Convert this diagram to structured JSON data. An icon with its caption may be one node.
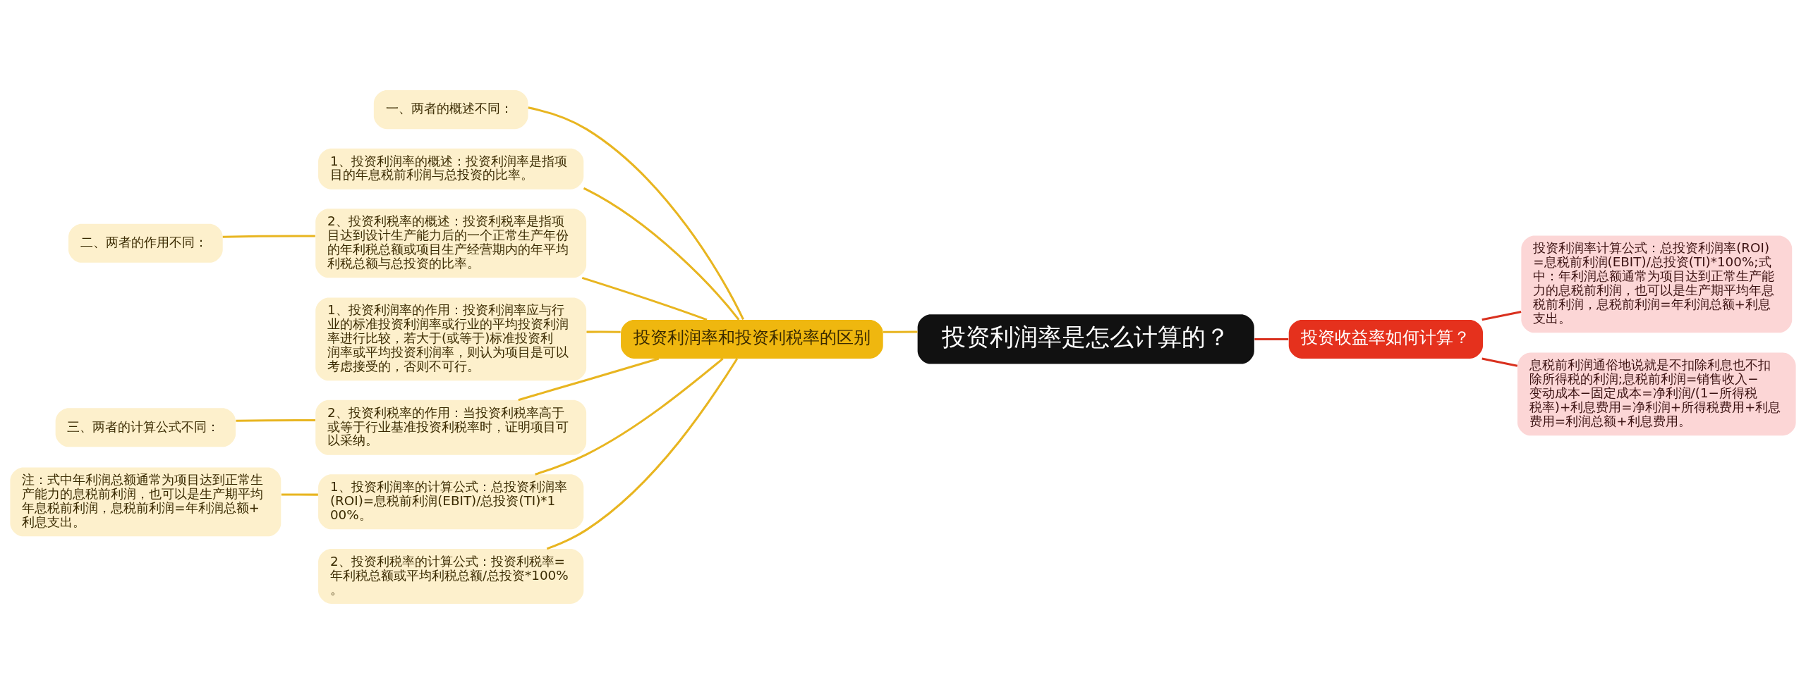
{
  "diagram": {
    "nodes": [
      {
        "text": [
          "投资利润率是怎么计算的？"
        ]
      },
      {
        "text": [
          "投资利润率和投资利税率的区别"
        ]
      },
      {
        "text": [
          "投资收益率如何计算？"
        ]
      },
      {
        "text": [
          "一、两者的概述不同："
        ]
      },
      {
        "text": [
          "1、投资利润率的概述：投资利润率是指项目的年息税前利润与总投资的比率。"
        ]
      },
      {
        "text": [
          "二、两者的作用不同："
        ]
      },
      {
        "text": [
          "2、投资利税率的概述：投资利税率是指项目达到设计生产能力后的一个正常生产年份的年利税总额或项目生产经营期内的年平均利税总额与总投资的比率。"
        ]
      },
      {
        "text": [
          "1、投资利润率的作用：投资利润率应与行业的标准投资利润率或行业的平均投资利润率进行比较，若大于(或等于)标准投资利润率或平均投资利润率，则认为项目是可以考虑接受的，否则不可行。"
        ]
      },
      {
        "text": [
          "三、两者的计算公式不同："
        ]
      },
      {
        "text": [
          "2、投资利税率的作用：当投资利税率高于或等于行业基准投资利税率时，证明项目可以采纳。"
        ]
      },
      {
        "text": [
          "注：式中年利润总额通常为项目达到正常生产能力的息税前利润，也可以是生产期平均年息税前利润，息税前利润=年利润总额+利息支出。"
        ]
      },
      {
        "text": [
          "1、投资利润率的计算公式：总投资利润率(ROI)=息税前利润(EBIT)/总投资(TI)*100%。"
        ]
      },
      {
        "text": [
          "2、投资利税率的计算公式：投资利税率=年利税总额或平均利税总额/总投资*100%。"
        ]
      },
      {
        "text": [
          "投资利润率计算公式：总投资利润率(ROI)=息税前利润(EBIT)/总投资(TI)*100%;式中：年利润总额通常为项目达到正常生产能力的息税前利润，也可以是生产期平均年息税前利润，息税前利润=年利润总额+利息支出。"
        ]
      },
      {
        "text": [
          "息税前利润通俗地说就是不扣除利息也不扣除所得税的利润;息税前利润=销售收入−变动成本−固定成本=净利润/(1−所得税税率)+利息费用=净利润+所得税费用+利息费用=利润总额+利息费用。"
        ]
      }
    ],
    "edges": [
      {
        "from": 0,
        "to": 1,
        "arrow": "none"
      },
      {
        "from": 0,
        "to": 2,
        "arrow": "none",
        "color": "#d9301e"
      },
      {
        "from": 1,
        "to": 3,
        "arrow": "none"
      },
      {
        "from": 1,
        "to": 4,
        "arrow": "none"
      },
      {
        "from": 1,
        "to": 6,
        "arrow": "none"
      },
      {
        "from": 1,
        "to": 7,
        "arrow": "none"
      },
      {
        "from": 1,
        "to": 9,
        "arrow": "none"
      },
      {
        "from": 1,
        "to": 11,
        "arrow": "none"
      },
      {
        "from": 1,
        "to": 12,
        "arrow": "none"
      },
      {
        "from": 6,
        "to": 5,
        "arrow": "none"
      },
      {
        "from": 9,
        "to": 8,
        "arrow": "none"
      },
      {
        "from": 11,
        "to": 10,
        "arrow": "none"
      },
      {
        "from": 2,
        "to": 13,
        "arrow": "none",
        "color": "#d9301e"
      },
      {
        "from": 2,
        "to": 14,
        "arrow": "none",
        "color": "#d9301e"
      }
    ]
  }
}
